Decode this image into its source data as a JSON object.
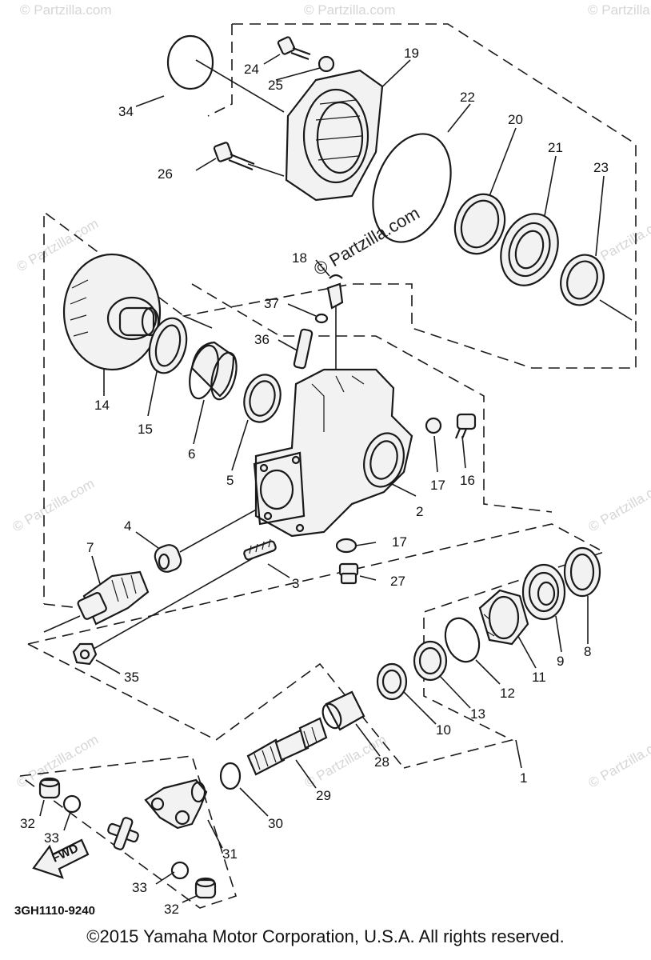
{
  "diagram": {
    "part_code": "3GH1110-9240",
    "watermark": "© Partzilla.com",
    "fwd_label": "FWD",
    "callouts": [
      "1",
      "2",
      "3",
      "4",
      "5",
      "6",
      "7",
      "8",
      "9",
      "10",
      "11",
      "12",
      "13",
      "14",
      "15",
      "16",
      "17",
      "17",
      "18",
      "19",
      "20",
      "21",
      "22",
      "23",
      "24",
      "25",
      "26",
      "27",
      "28",
      "29",
      "30",
      "31",
      "32",
      "32",
      "33",
      "33",
      "34",
      "35",
      "36",
      "37"
    ]
  },
  "footer": {
    "copyright": "©2015 Yamaha Motor Corporation, U.S.A. All rights reserved."
  }
}
